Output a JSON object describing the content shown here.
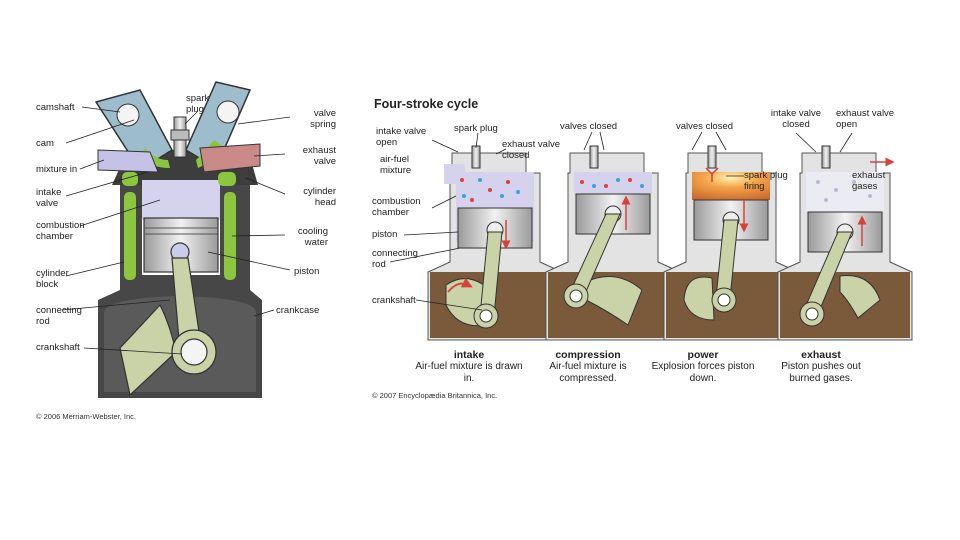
{
  "left_diagram": {
    "labels": {
      "camshaft": "camshaft",
      "cam": "cam",
      "mixture_in": "mixture in",
      "intake_valve": "intake valve",
      "combustion_chamber": "combustion chamber",
      "cylinder_block": "cylinder block",
      "connecting_rod": "connecting rod",
      "crankshaft": "crankshaft",
      "spark_plug": "spark plug",
      "valve_spring": "valve spring",
      "exhaust_valve": "exhaust valve",
      "cylinder_head": "cylinder head",
      "cooling_water": "cooling water",
      "piston": "piston",
      "crankcase": "crankcase"
    },
    "credit": "© 2006 Merriam-Webster, Inc."
  },
  "right_diagram": {
    "title": "Four-stroke cycle",
    "labels": {
      "intake_valve_open": "intake valve open",
      "spark_plug": "spark plug",
      "exhaust_valve_closed": "exhaust valve closed",
      "air_fuel_mixture": "air-fuel mixture",
      "combustion_chamber": "combustion chamber",
      "piston": "piston",
      "connecting_rod": "connecting rod",
      "crankshaft": "crankshaft",
      "valves_closed_1": "valves closed",
      "valves_closed_2": "valves closed",
      "spark_plug_firing": "spark plug firing",
      "intake_valve_closed": "intake valve closed",
      "exhaust_valve_open": "exhaust valve open",
      "exhaust_gases": "exhaust gases"
    },
    "strokes": [
      {
        "name": "intake",
        "desc": "Air-fuel mixture is drawn in."
      },
      {
        "name": "compression",
        "desc": "Air-fuel mixture is compressed."
      },
      {
        "name": "power",
        "desc": "Explosion forces piston down."
      },
      {
        "name": "exhaust",
        "desc": "Piston pushes out burned gases."
      }
    ],
    "credit": "© 2007 Encyclopædia Britannica, Inc."
  },
  "colors": {
    "block": "#474747",
    "coolant": "#8cc63f",
    "chamber": "#d5d2ee",
    "metal": "#c9d3a7",
    "cam_blue": "#9dbccc",
    "crankcase_oil": "#7a5a3a",
    "arrow_red": "#d8403a",
    "fire": "#e8893a"
  }
}
